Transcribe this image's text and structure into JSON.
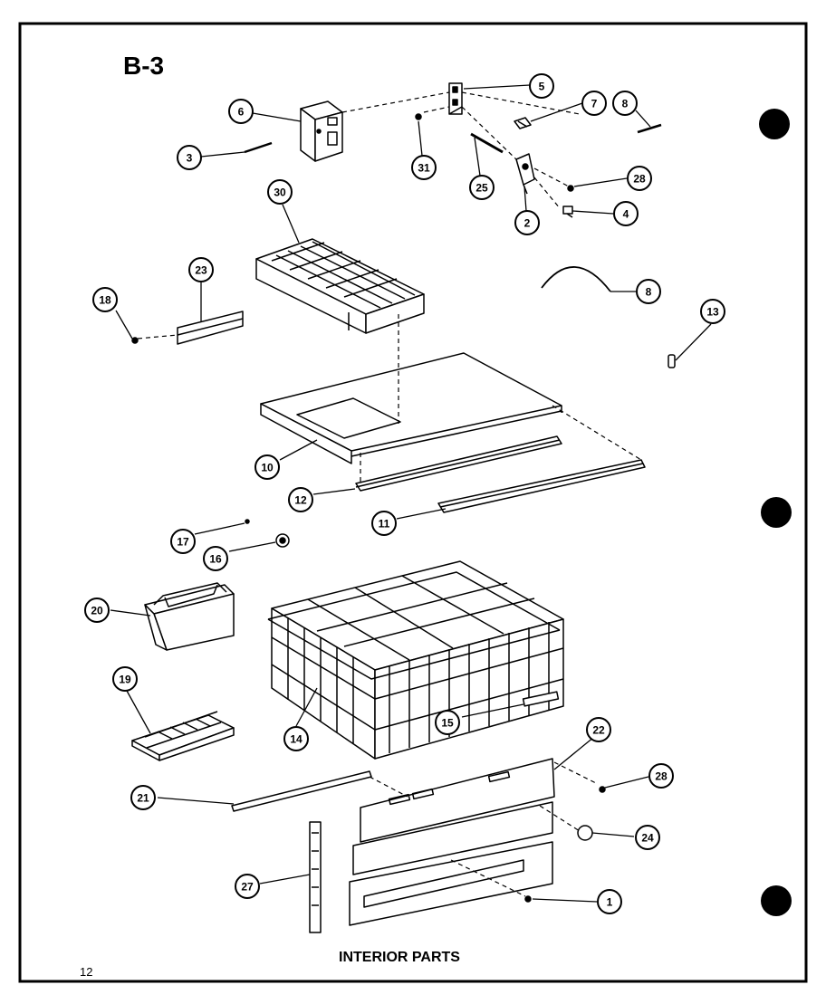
{
  "sheet_id": "B-3",
  "diagram_title": "INTERIOR PARTS",
  "page_number": "12",
  "callouts": [
    {
      "id": "c6",
      "label": "6"
    },
    {
      "id": "c3",
      "label": "3"
    },
    {
      "id": "c5",
      "label": "5"
    },
    {
      "id": "c7",
      "label": "7"
    },
    {
      "id": "c8a",
      "label": "8"
    },
    {
      "id": "c31",
      "label": "31"
    },
    {
      "id": "c25",
      "label": "25"
    },
    {
      "id": "c2",
      "label": "2"
    },
    {
      "id": "c28a",
      "label": "28"
    },
    {
      "id": "c4",
      "label": "4"
    },
    {
      "id": "c30",
      "label": "30"
    },
    {
      "id": "c23",
      "label": "23"
    },
    {
      "id": "c18",
      "label": "18"
    },
    {
      "id": "c8b",
      "label": "8"
    },
    {
      "id": "c13",
      "label": "13"
    },
    {
      "id": "c10",
      "label": "10"
    },
    {
      "id": "c12",
      "label": "12"
    },
    {
      "id": "c11",
      "label": "11"
    },
    {
      "id": "c17",
      "label": "17"
    },
    {
      "id": "c16",
      "label": "16"
    },
    {
      "id": "c20",
      "label": "20"
    },
    {
      "id": "c19",
      "label": "19"
    },
    {
      "id": "c14",
      "label": "14"
    },
    {
      "id": "c15",
      "label": "15"
    },
    {
      "id": "c22",
      "label": "22"
    },
    {
      "id": "c28b",
      "label": "28"
    },
    {
      "id": "c21",
      "label": "21"
    },
    {
      "id": "c24",
      "label": "24"
    },
    {
      "id": "c27",
      "label": "27"
    },
    {
      "id": "c1",
      "label": "1"
    }
  ]
}
